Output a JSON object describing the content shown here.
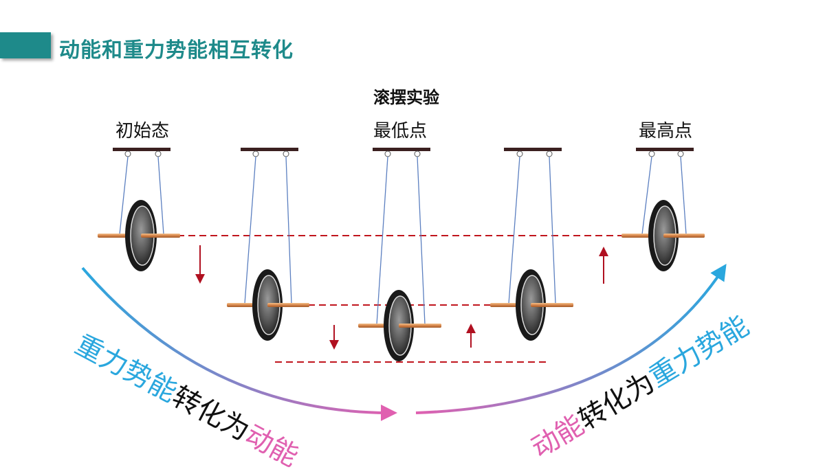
{
  "header": {
    "title": "动能和重力势能相互转化"
  },
  "experiment": {
    "title": "滚摆实验",
    "labels": {
      "initial": "初始态",
      "lowest": "最低点",
      "highest": "最高点"
    }
  },
  "arrows_text": {
    "left": {
      "part1": "重力势能",
      "part2": "转化为",
      "part3": "动能"
    },
    "right": {
      "part1": "动能",
      "part2": "转化为",
      "part3": "重力势能"
    }
  },
  "colors": {
    "accent": "#1e8a8a",
    "blue": "#2aa7de",
    "pink": "#e060b0",
    "dashed_line": "#c0141c",
    "arrow": "#b01020"
  }
}
